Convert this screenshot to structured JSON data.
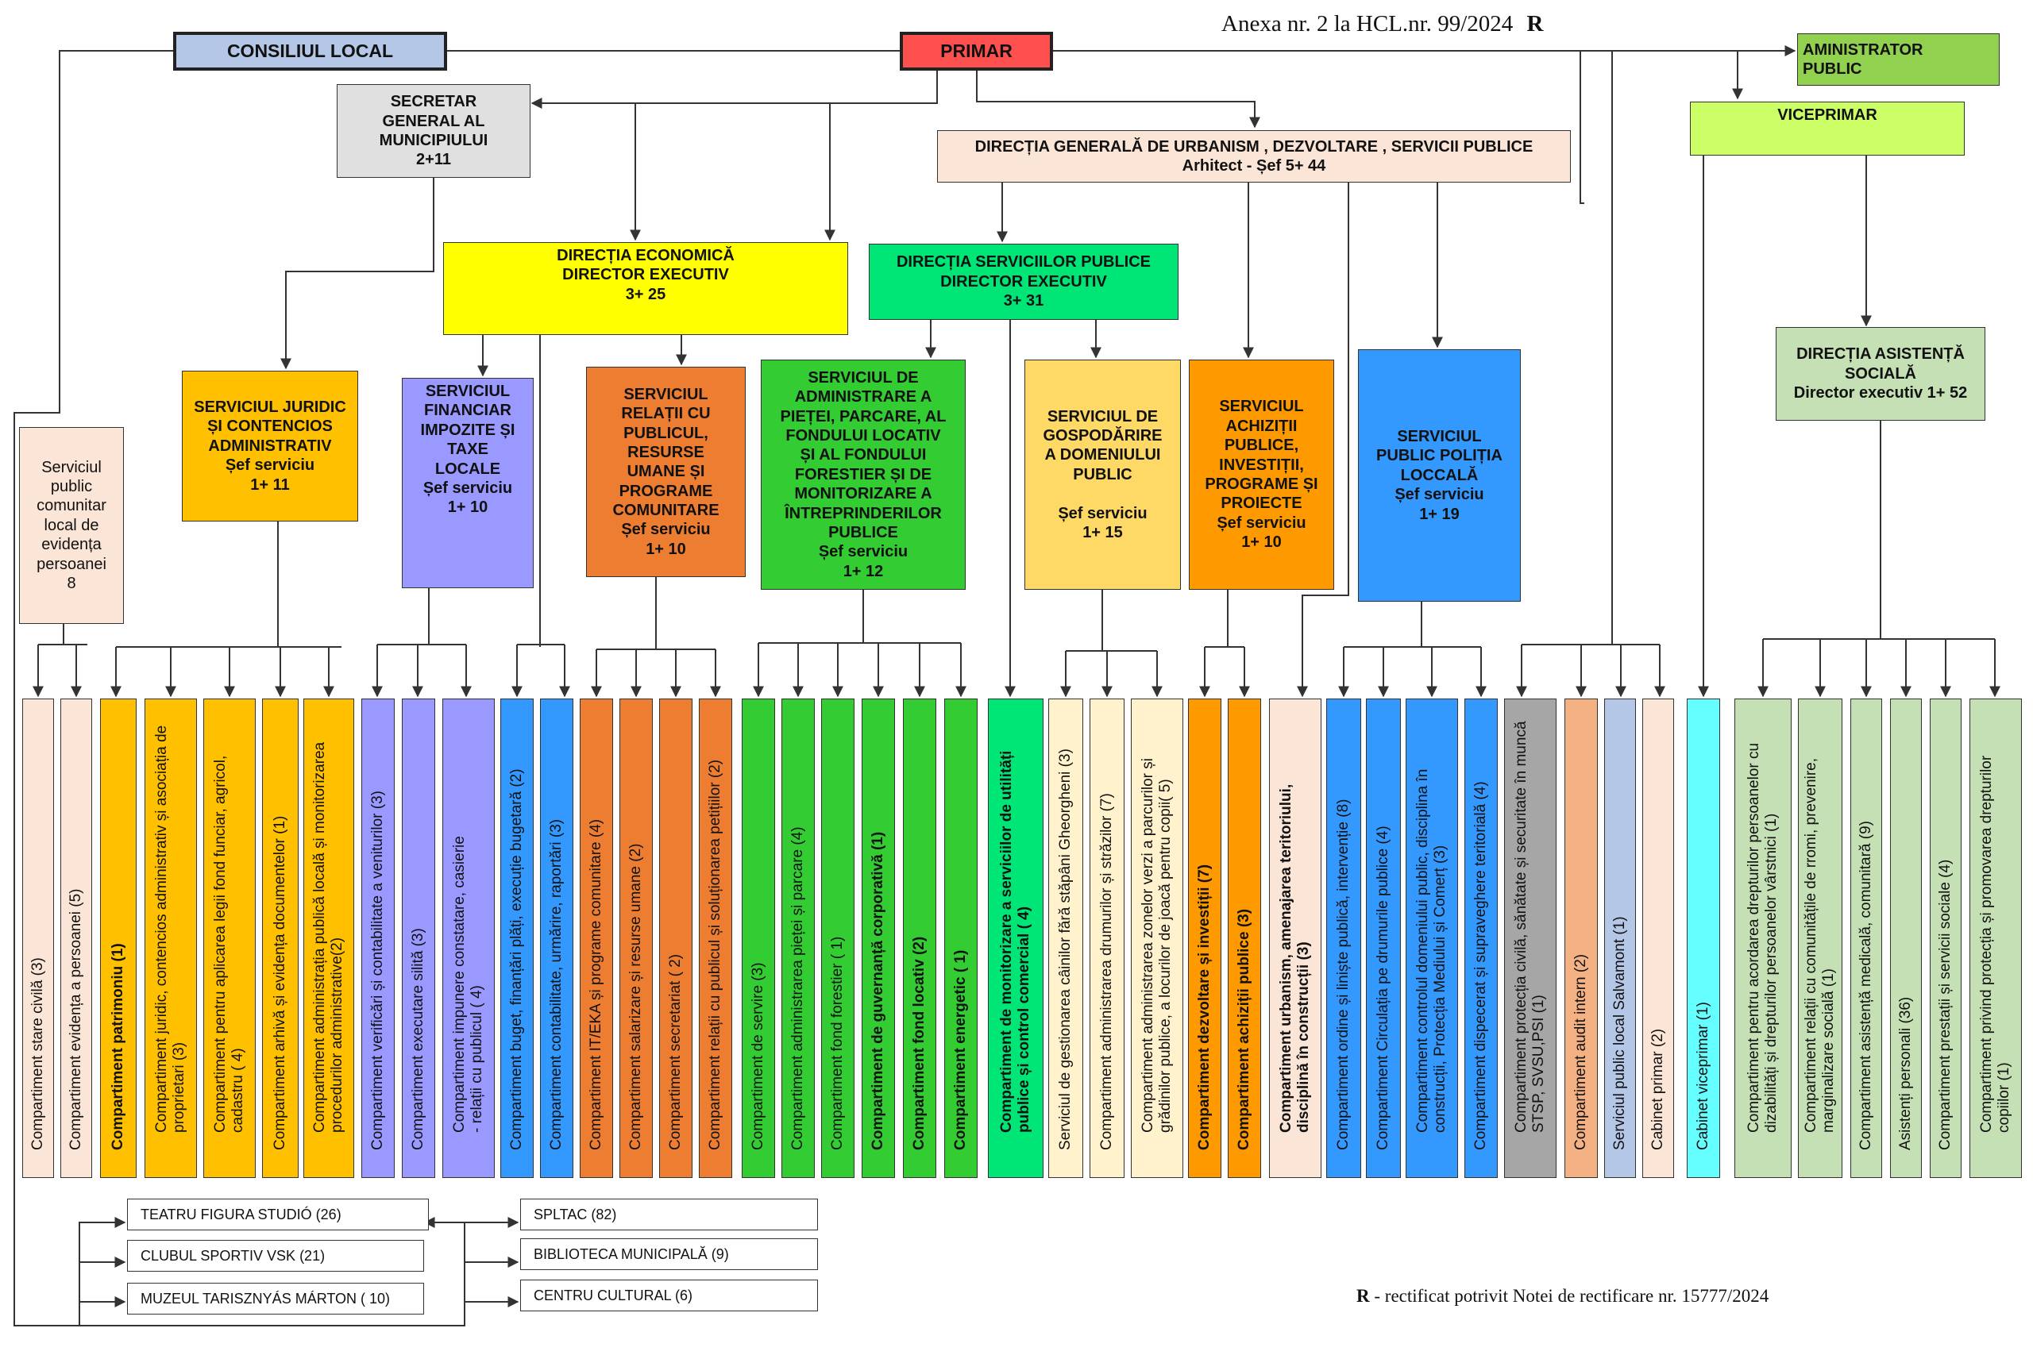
{
  "header": {
    "annex_text": "Anexa nr. 2 la HCL.nr. 99/2024",
    "annex_mark": "R"
  },
  "footer": {
    "mark": "R",
    "text": "- rectificat potrivit Notei de rectificare nr. 15777/2024"
  },
  "top_boxes": {
    "consiliu": "CONSILIUL LOCAL",
    "primar": "PRIMAR",
    "admin": "AMINISTRATOR\nPUBLIC",
    "viceprimar": "VICEPRIMAR",
    "secretar": "SECRETAR\nGENERAL AL\nMUNICIPIULUI\n2+11",
    "dgu": "DIRECȚIA GENERALĂ DE URBANISM , DEZVOLTARE , SERVICII PUBLICE\nArhitect - Șef 5+ 44",
    "dir_ec": "DIRECȚIA ECONOMICĂ\nDIRECTOR EXECUTIV\n3+ 25",
    "dir_sp": "DIRECȚIA SERVICIILOR PUBLICE\nDIRECTOR EXECUTIV\n3+ 31",
    "das": "DIRECȚIA ASISTENȚĂ\nSOCIALĂ\nDirector executiv 1+ 52"
  },
  "services": {
    "evidenta": "Serviciul\npublic\ncomunitar\nlocal de\nevidența\npersoanei\n8",
    "juridic": "SERVICIUL JURIDIC\nȘI CONTENCIOS\nADMINISTRATIV\nȘef serviciu\n1+ 11",
    "financiar": "SERVICIUL\nFINANCIAR\nIMPOZITE ȘI\nTAXE\nLOCALE\nȘef serviciu\n1+ 10",
    "relatii": "SERVICIUL\nRELAȚII CU\nPUBLICUL,\nRESURSE\nUMANE ȘI\nPROGRAME\nCOMUNITARE\nȘef serviciu\n1+ 10",
    "piete": "SERVICIUL DE\nADMINISTRARE A\nPIEȚEI, PARCARE, AL\nFONDULUI LOCATIV\nȘI AL FONDULUI\nFORESTIER ȘI DE\nMONITORIZARE A\nÎNTREPRINDERILOR\nPUBLICE\nȘef serviciu\n1+ 12",
    "gospodarire": "SERVICIUL DE\nGOSPODĂRIRE\nA DOMENIULUI\nPUBLIC\n\nȘef serviciu\n1+ 15",
    "achizitii": "SERVICIUL\nACHIZIȚII\nPUBLICE,\nINVESTIȚII,\nPROGRAME ȘI\nPROIECTE\nȘef serviciu\n1+ 10",
    "politia": "SERVICIUL\nPUBLIC POLIȚIA\nLOCCALĂ\nȘef serviciu\n1+ 19"
  },
  "compartments": [
    {
      "text": "Compartiment stare civilă (3)"
    },
    {
      "text": "Compartiment evidența a persoanei (5)"
    },
    {
      "text": "Compartiment patrimoniu (1)"
    },
    {
      "text": "Compartiment juridic, contencios administrativ și asociația de\nproprietari (3)"
    },
    {
      "text": "Compartiment pentru aplicarea legii fond funciar, agricol,\ncadastru ( 4)"
    },
    {
      "text": "Compartiment arhivă și evidența documentelor (1)"
    },
    {
      "text": "Compartiment administrația publică locală și monitorizarea\nprocedurilor administrative(2)"
    },
    {
      "text": "Compartiment verificări și contabilitate a veniturilor (3)"
    },
    {
      "text": "Compartiment executare silită (3)"
    },
    {
      "text": "Compartiment impunere constatare, casierie\n- relații cu publicul ( 4)"
    },
    {
      "text": "Compartiment buget, finanțări plăți, execuție bugetară (2)"
    },
    {
      "text": "Compartiment contabilitate, urmărire, raportări (3)"
    },
    {
      "text": "Compartiment IT/EKA și programe comunitare (4)"
    },
    {
      "text": "Compartiment salarizare și resurse umane (2)"
    },
    {
      "text": "Compartiment secretariat ( 2)"
    },
    {
      "text": "Compartiment relații cu publicul și soluționarea petițiilor (2)"
    },
    {
      "text": "Compartiment de servire (3)"
    },
    {
      "text": "Compartiment administrarea pieței și parcare (4)"
    },
    {
      "text": "Compartiment fond forestier ( 1)"
    },
    {
      "text": "Compartiment de guvernanță corporativă (1)"
    },
    {
      "text": "Compartiment fond locativ (2)"
    },
    {
      "text": "Compartiment energetic ( 1)"
    },
    {
      "text": "Compartiment de monitorizare a serviciilor de utilități\npublice și control comercial ( 4)"
    },
    {
      "text": "Serviciul de gestionarea câinilor fără stăpâni Gheorgheni (3)"
    },
    {
      "text": "Compartiment administrarea drumurilor și străzilor (7)"
    },
    {
      "text": "Compartiment administrarea zonelor verzi a parcurilor și\ngrădinilor publice, a locurilor de joacă pentru copii( 5)"
    },
    {
      "text": "Compartiment dezvoltare și investiții (7)"
    },
    {
      "text": "Compartiment achiziții publice (3)"
    },
    {
      "text": "Compartiment urbanism, amenajarea teritoriului,\ndisciplină în construcții (3)"
    },
    {
      "text": "Compartiment ordine și liniște publică, intervenție (8)"
    },
    {
      "text": "Compartiment Circulația pe drumurile publice (4)"
    },
    {
      "text": "Compartiment controlul domeniului public, disciplina în\nconstrucții, Protecția Mediului și Comerț (3)"
    },
    {
      "text": "Compartiment dispecerat și supraveghere teritorială (4)"
    },
    {
      "text": "Compartiment protecția civilă, sănătate și securitate în muncă\nSTSP, SVSU,PSI (1)"
    },
    {
      "text": "Compartiment audit intern (2)"
    },
    {
      "text": "Serviciul public local Salvamont (1)"
    },
    {
      "text": "Cabinet primar (2)"
    },
    {
      "text": "Cabinet viceprimar (1)"
    },
    {
      "text": "Compartiment pentru acordarea drepturilor persoanelor cu\ndizabilități și drepturilor persoanelor vârstnici (1)"
    },
    {
      "text": "Compartiment relații cu comunitățile de rromi, prevenire,\nmarginalizare socială (1)"
    },
    {
      "text": "Compartiment asistență medicală, comunitară (9)"
    },
    {
      "text": "Asistenți personali (36)"
    },
    {
      "text": "Compartiment prestații și servicii sociale (4)"
    },
    {
      "text": "Compartiment privind protecția și promovarea drepturilor\ncopiilor (1)"
    }
  ],
  "institutions": [
    {
      "text": "TEATRU FIGURA STUDIÓ (26)"
    },
    {
      "text": "CLUBUL SPORTIV VSK (21)"
    },
    {
      "text": "MUZEUL TARISZNYÁS MÁRTON ( 10)"
    },
    {
      "text": "SPLTAC (82)"
    },
    {
      "text": "BIBLIOTECA MUNICIPALĂ (9)"
    },
    {
      "text": "CENTRU CULTURAL (6)"
    }
  ],
  "colors": {
    "consiliu": "#b4c7e7",
    "primar": "#ff5050",
    "admin": "#92d050",
    "viceprimar": "#ccff66",
    "secretar": "#e0e0e0",
    "dgu": "#fbe5d6",
    "dir_ec": "#ffff00",
    "dir_sp": "#00e676",
    "das": "#c5e0b4",
    "evidenta": "#fbe5d6",
    "juridic": "#ffc000",
    "financiar": "#9999ff",
    "relatii": "#ed7d31",
    "piete": "#33cc33",
    "gospodarire": "#ffd966",
    "achizitii": "#ff9900",
    "politia": "#3399ff",
    "mon": "#00e676",
    "caini": "#fff2cc",
    "urban": "#fbe5d6",
    "ordine": "#3399ff",
    "ssm": "#a6a6a6",
    "audit": "#f4b183",
    "salvamont": "#b4c7e7",
    "cabinet": "#fbe5d6",
    "vice": "#66ffff",
    "social": "#c5e0b4"
  }
}
